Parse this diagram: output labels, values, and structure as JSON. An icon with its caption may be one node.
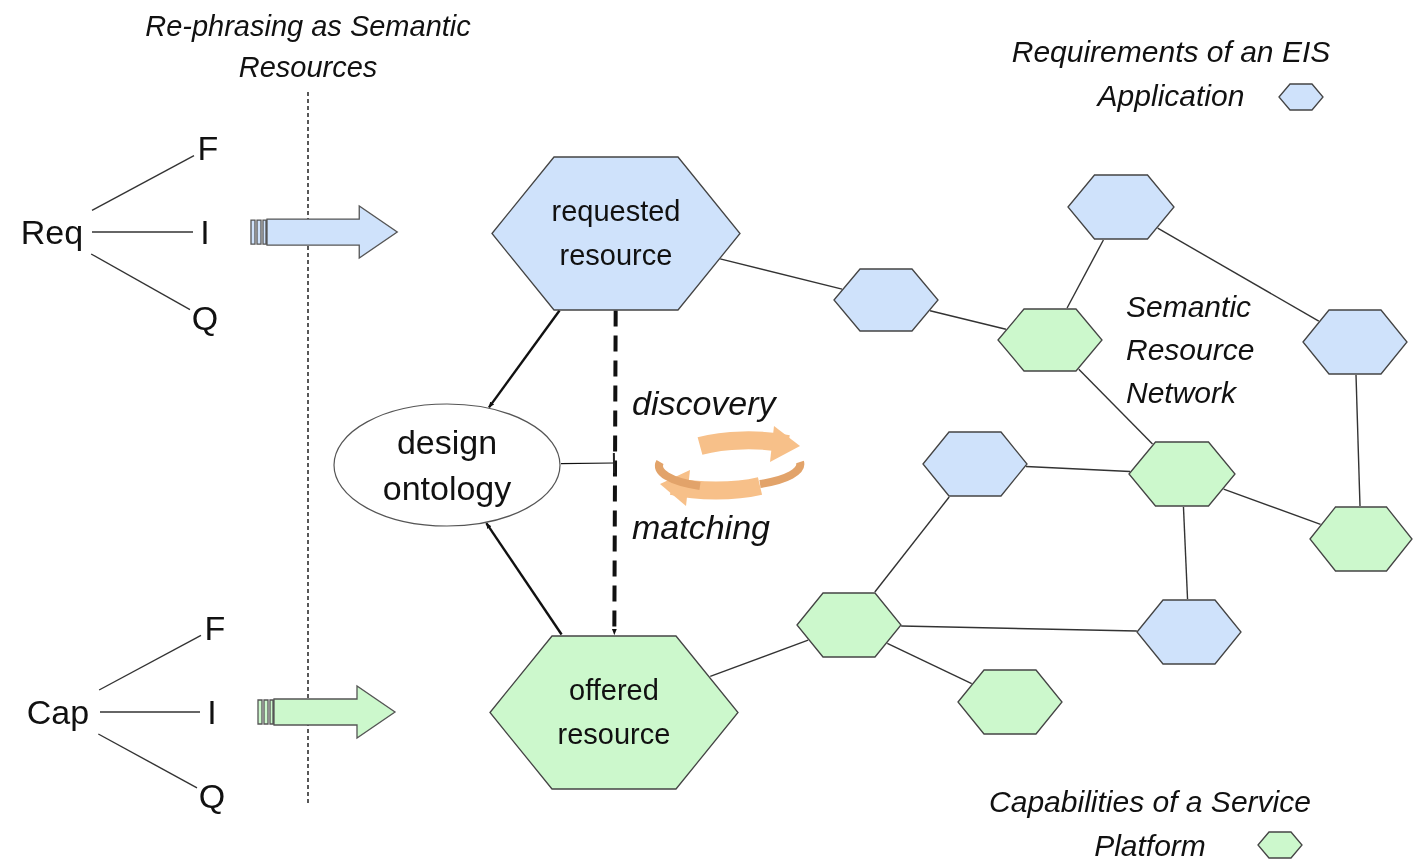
{
  "diagram": {
    "nodes": [
      {
        "text": [
          "Req"
        ]
      },
      {
        "text": [
          "F"
        ]
      },
      {
        "text": [
          "I"
        ]
      },
      {
        "text": [
          "Q"
        ]
      },
      {
        "text": [
          "Cap"
        ]
      },
      {
        "text": [
          "F"
        ]
      },
      {
        "text": [
          "I"
        ]
      },
      {
        "text": [
          "Q"
        ]
      },
      {
        "text": [
          "requested resource"
        ]
      },
      {
        "text": [
          "design ontology"
        ]
      },
      {
        "text": [
          "offered resource"
        ]
      },
      {
        "text": [],
        "shape": "hexagon"
      },
      {
        "text": [],
        "shape": "hexagon"
      },
      {
        "text": [],
        "shape": "hexagon"
      },
      {
        "text": [],
        "shape": "hexagon"
      },
      {
        "text": [],
        "shape": "hexagon"
      },
      {
        "text": [],
        "shape": "hexagon"
      },
      {
        "text": [],
        "shape": "hexagon"
      },
      {
        "text": [],
        "shape": "hexagon"
      },
      {
        "text": [],
        "shape": "hexagon"
      },
      {
        "text": [],
        "shape": "hexagon"
      }
    ],
    "edges": [
      {
        "from": 0,
        "to": 1,
        "arrow": "none"
      },
      {
        "from": 0,
        "to": 2,
        "arrow": "none"
      },
      {
        "from": 0,
        "to": 3,
        "arrow": "none"
      },
      {
        "from": 4,
        "to": 5,
        "arrow": "none"
      },
      {
        "from": 4,
        "to": 6,
        "arrow": "none"
      },
      {
        "from": 4,
        "to": 7,
        "arrow": "none"
      },
      {
        "from": 2,
        "to": 8,
        "arrow": "to",
        "style": "thick",
        "color": "#cfe2fb"
      },
      {
        "from": 6,
        "to": 10,
        "arrow": "to",
        "style": "thick",
        "color": "#ccf8cc"
      },
      {
        "from": 8,
        "to": 9,
        "arrow": "to"
      },
      {
        "from": 10,
        "to": 9,
        "arrow": "to"
      },
      {
        "from": 8,
        "to": 10,
        "arrow": "to",
        "style": "dashed"
      },
      {
        "from": 9,
        "to": null,
        "arrow": "other"
      },
      {
        "from": 8,
        "to": 11,
        "arrow": "none"
      },
      {
        "from": 11,
        "to": 13,
        "arrow": "none"
      },
      {
        "from": 12,
        "to": 13,
        "arrow": "none"
      },
      {
        "from": 12,
        "to": 14,
        "arrow": "none"
      },
      {
        "from": 13,
        "to": 16,
        "arrow": "none"
      },
      {
        "from": 15,
        "to": 16,
        "arrow": "none"
      },
      {
        "from": 16,
        "to": 17,
        "arrow": "none"
      },
      {
        "from": 14,
        "to": 17,
        "arrow": "none"
      },
      {
        "from": 16,
        "to": 19,
        "arrow": "none"
      },
      {
        "from": 15,
        "to": 18,
        "arrow": "none"
      },
      {
        "from": 18,
        "to": 19,
        "arrow": "none"
      },
      {
        "from": 10,
        "to": 18,
        "arrow": "none"
      },
      {
        "from": 18,
        "to": 20,
        "arrow": "none"
      }
    ],
    "labels": [
      "Re-phrasing as Semantic Resources",
      "discovery",
      "matching",
      "Semantic Resource Network"
    ],
    "legend": [
      {
        "text": "Requirements of an EIS Application",
        "color": "#cfe2fb"
      },
      {
        "text": "Capabilities of a Service Platform",
        "color": "#ccf8cc"
      }
    ]
  }
}
